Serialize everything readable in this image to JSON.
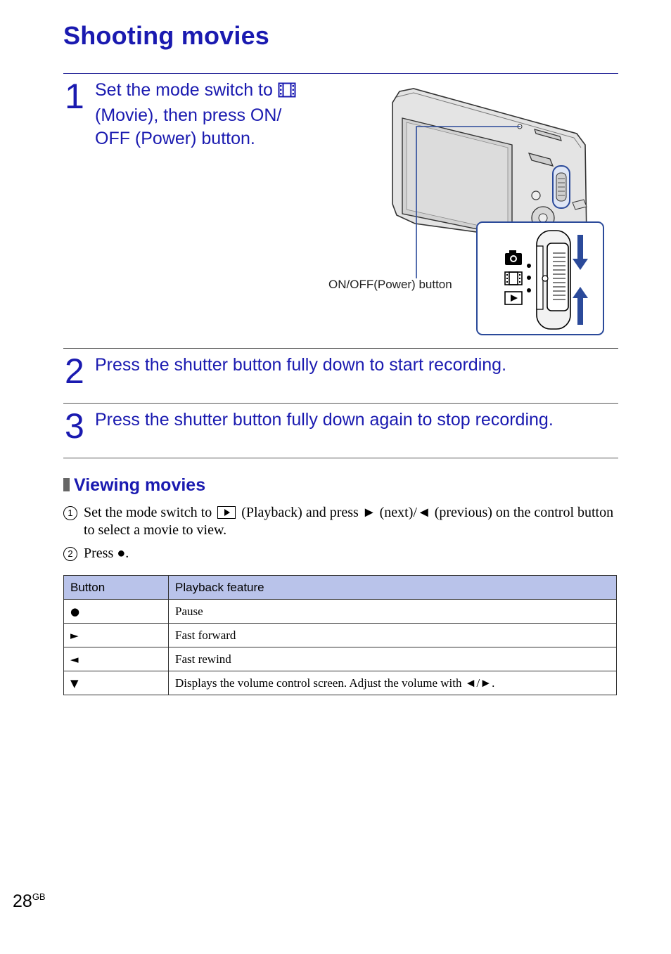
{
  "page": {
    "title": "Shooting movies",
    "number": "28",
    "number_suffix": "GB"
  },
  "steps": [
    {
      "num": "1",
      "line1": "Set the mode switch to",
      "line2": "(Movie), then press ON/",
      "line3": "OFF (Power) button."
    },
    {
      "num": "2",
      "text": "Press the shutter button fully down to start recording."
    },
    {
      "num": "3",
      "text": "Press the shutter button fully down again to stop recording."
    }
  ],
  "figure": {
    "caption": "ON/OFF(Power) button",
    "icons": [
      "camera-icon",
      "movie-icon",
      "playback-icon"
    ]
  },
  "viewing": {
    "heading": "Viewing movies",
    "items": [
      {
        "marker": "1",
        "part1": "Set the mode switch to",
        "part2": "(Playback) and press ► (next)/◄ (previous) on the control button to select a movie to view."
      },
      {
        "marker": "2",
        "text": "Press ●."
      }
    ]
  },
  "table": {
    "headers": [
      "Button",
      "Playback feature"
    ],
    "rows": [
      {
        "button": "●",
        "feature": "Pause"
      },
      {
        "button": "►",
        "feature": "Fast forward"
      },
      {
        "button": "◄",
        "feature": "Fast rewind"
      },
      {
        "button": "▼",
        "feature": "Displays the volume control screen. Adjust the volume with ◄/►."
      }
    ]
  },
  "colors": {
    "accent": "#1a1ab0",
    "table_header": "#b9c3ea",
    "figure_highlight": "#2b4a9a"
  }
}
